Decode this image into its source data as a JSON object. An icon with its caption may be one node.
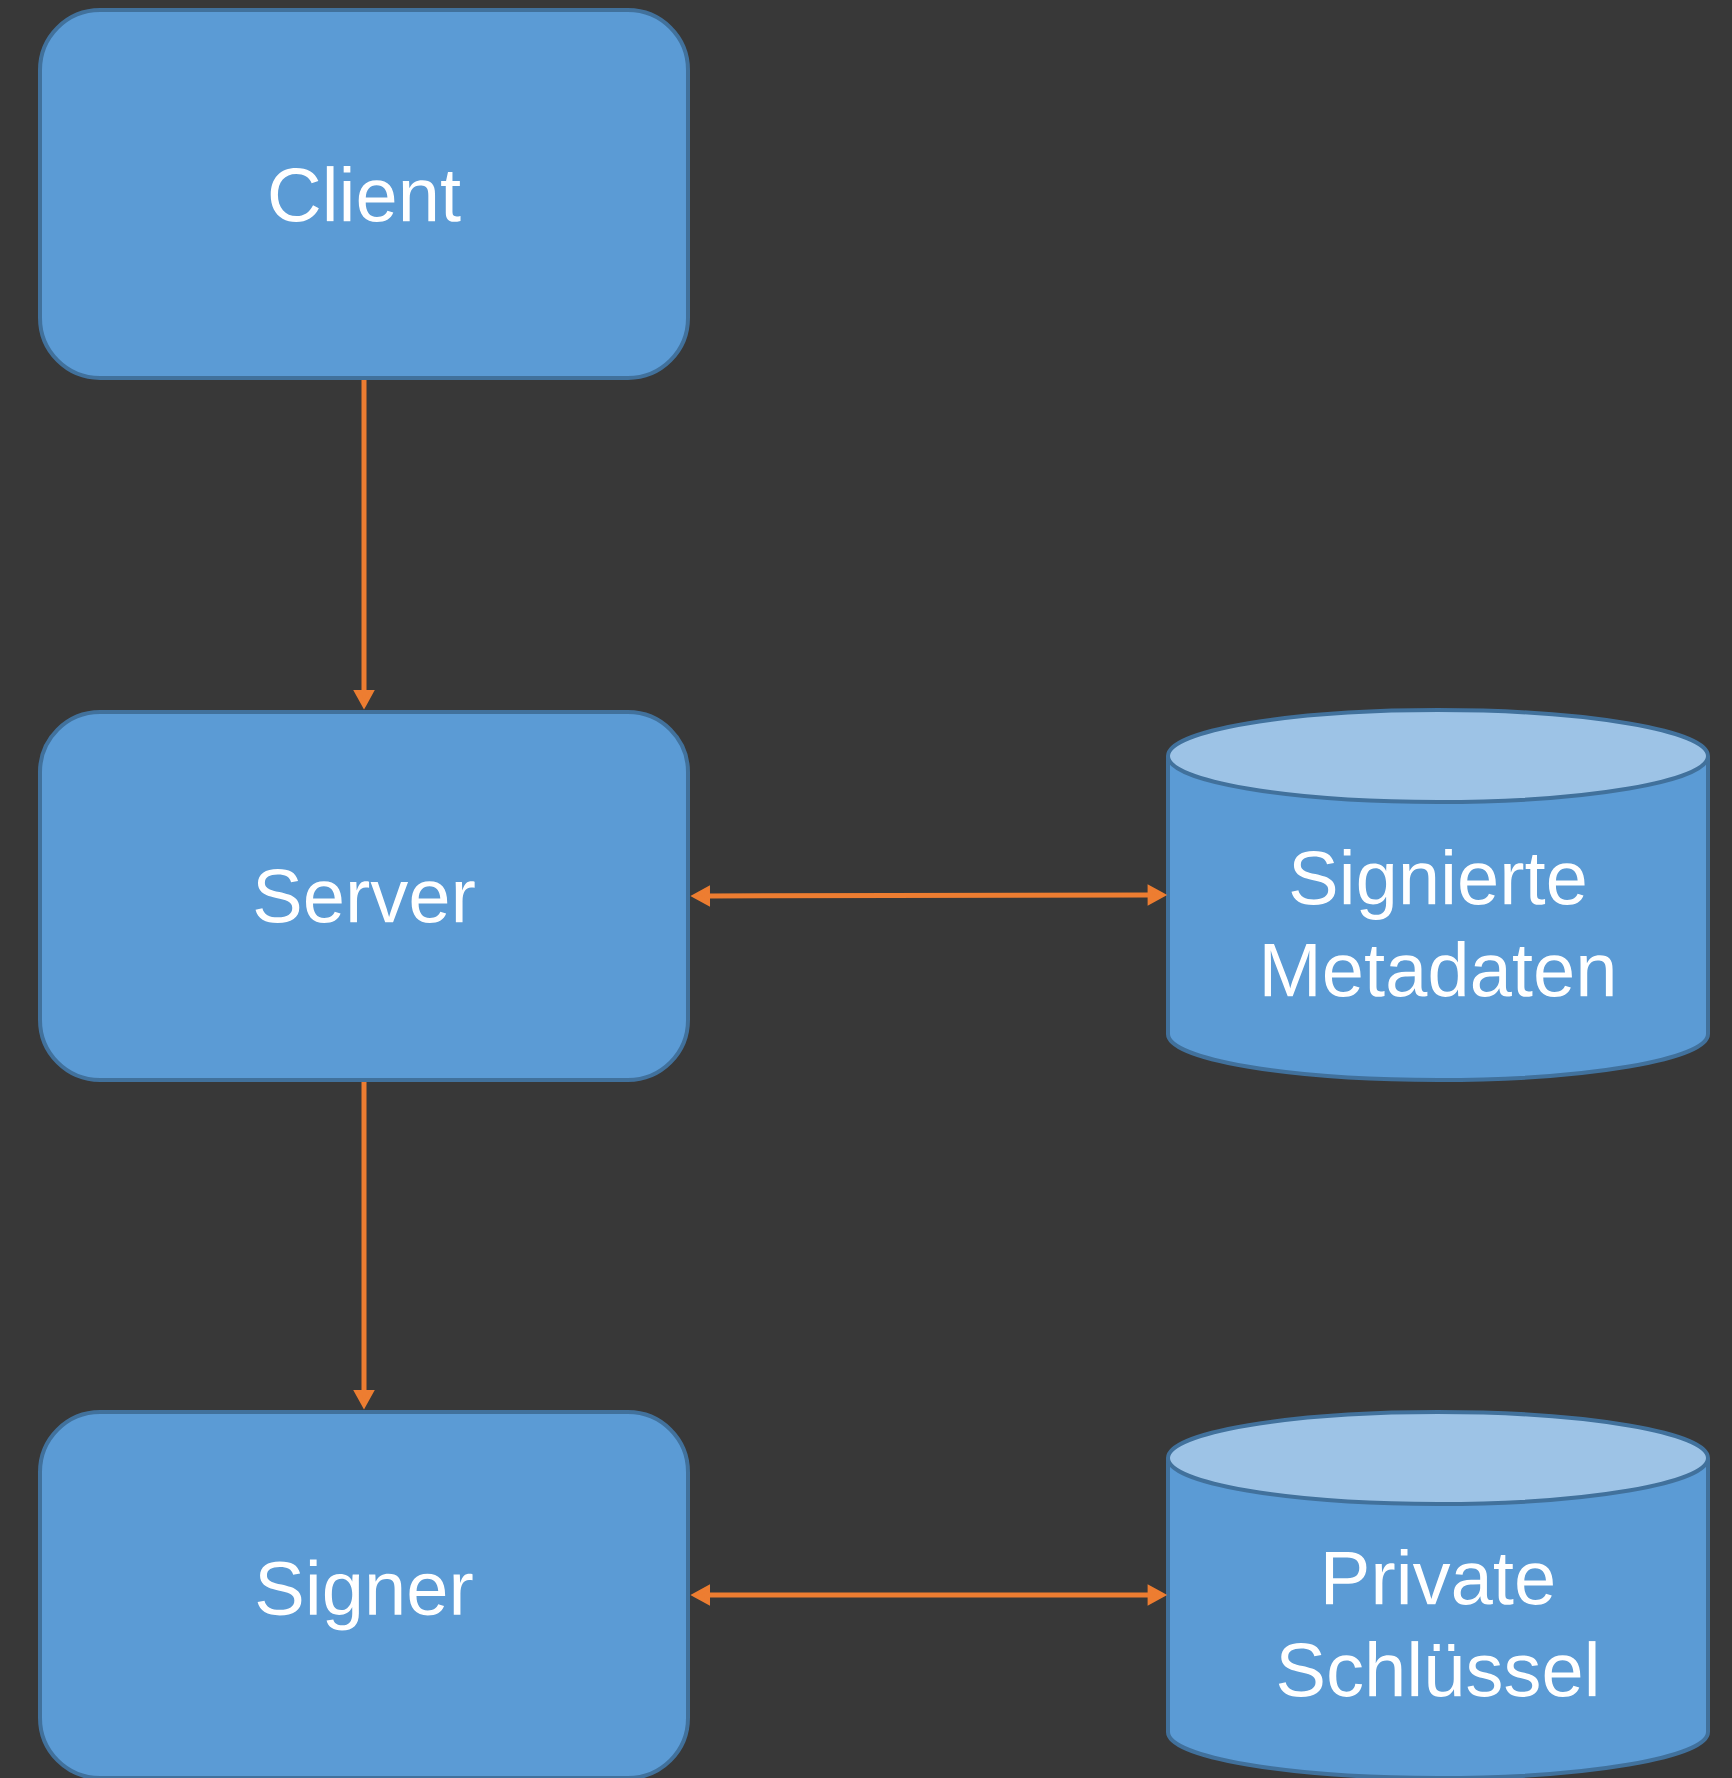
{
  "diagram": {
    "nodes": [
      {
        "text": [
          "Client"
        ]
      },
      {
        "text": [
          "Server"
        ]
      },
      {
        "text": [
          "Signierte Metadaten"
        ]
      },
      {
        "text": [
          "Signer"
        ]
      },
      {
        "text": [
          "Private Schlüssel"
        ]
      }
    ],
    "edges": [
      {
        "from": 0,
        "to": 1,
        "arrow": "to"
      },
      {
        "from": 1,
        "to": 2,
        "arrow": "both"
      },
      {
        "from": 1,
        "to": 3,
        "arrow": "to"
      },
      {
        "from": 3,
        "to": 4,
        "arrow": "both"
      }
    ]
  }
}
